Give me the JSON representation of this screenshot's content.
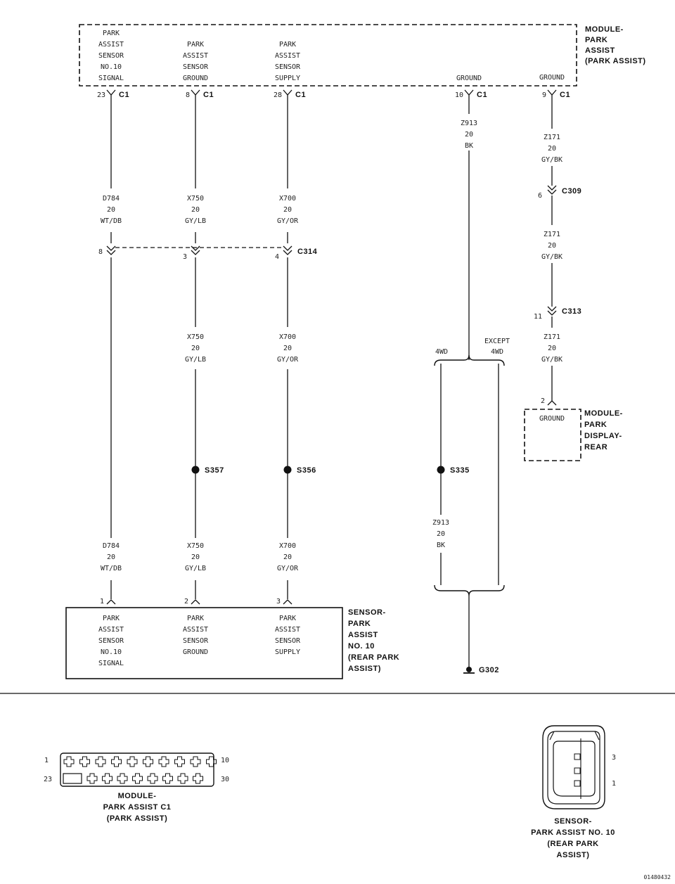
{
  "module": {
    "title": [
      "MODULE-",
      "PARK",
      "ASSIST",
      "(PARK ASSIST)"
    ],
    "pins": [
      {
        "lines": [
          "PARK",
          "ASSIST",
          "SENSOR",
          "NO.10",
          "SIGNAL"
        ],
        "pin": "23",
        "conn": "C1"
      },
      {
        "lines": [
          "PARK",
          "ASSIST",
          "SENSOR",
          "GROUND"
        ],
        "pin": "8",
        "conn": "C1"
      },
      {
        "lines": [
          "PARK",
          "ASSIST",
          "SENSOR",
          "SUPPLY"
        ],
        "pin": "28",
        "conn": "C1"
      },
      {
        "lines": [
          "GROUND"
        ],
        "pin": "10",
        "conn": "C1"
      },
      {
        "lines": [
          "GROUND"
        ],
        "pin": "9",
        "conn": "C1"
      }
    ]
  },
  "wires": {
    "w1_top": [
      "D784",
      "20",
      "WT/DB"
    ],
    "w2_top": [
      "X750",
      "20",
      "GY/LB"
    ],
    "w3_top": [
      "X700",
      "20",
      "GY/OR"
    ],
    "w4_top": [
      "Z913",
      "20",
      "BK"
    ],
    "w5_a": [
      "Z171",
      "20",
      "GY/BK"
    ],
    "w5_b": [
      "Z171",
      "20",
      "GY/BK"
    ],
    "w5_c": [
      "Z171",
      "20",
      "GY/BK"
    ],
    "w2_mid": [
      "X750",
      "20",
      "GY/LB"
    ],
    "w3_mid": [
      "X700",
      "20",
      "GY/OR"
    ],
    "w1_bot": [
      "D784",
      "20",
      "WT/DB"
    ],
    "w2_bot": [
      "X750",
      "20",
      "GY/LB"
    ],
    "w3_bot": [
      "X700",
      "20",
      "GY/OR"
    ],
    "w4_bot": [
      "Z913",
      "20",
      "BK"
    ]
  },
  "connectors": {
    "c314": {
      "name": "C314",
      "pins": [
        "8",
        "3",
        "4"
      ]
    },
    "c309": {
      "name": "C309",
      "pin": "6"
    },
    "c313": {
      "name": "C313",
      "pin": "11"
    }
  },
  "splices": {
    "s357": "S357",
    "s356": "S356",
    "s335": "S335"
  },
  "ground": "G302",
  "branch": {
    "left": "4WD",
    "right": [
      "EXCEPT",
      "4WD"
    ]
  },
  "display": {
    "title": [
      "MODULE-",
      "PARK",
      "DISPLAY-",
      "REAR"
    ],
    "pin": "2",
    "pin_label": "GROUND"
  },
  "sensor": {
    "title": [
      "SENSOR-",
      "PARK",
      "ASSIST",
      "NO. 10",
      "(REAR PARK",
      "ASSIST)"
    ],
    "pins": [
      {
        "lines": [
          "PARK",
          "ASSIST",
          "SENSOR",
          "NO.10",
          "SIGNAL"
        ],
        "pin": "1"
      },
      {
        "lines": [
          "PARK",
          "ASSIST",
          "SENSOR",
          "GROUND"
        ],
        "pin": "2"
      },
      {
        "lines": [
          "PARK",
          "ASSIST",
          "SENSOR",
          "SUPPLY"
        ],
        "pin": "3"
      }
    ]
  },
  "c1_view": {
    "row1_start": "1",
    "row1_end": "10",
    "row2_start": "23",
    "row2_end": "30",
    "caption": [
      "MODULE-",
      "PARK ASSIST C1",
      "(PARK ASSIST)"
    ]
  },
  "sensor_view": {
    "pin_top": "3",
    "pin_bottom": "1",
    "caption": [
      "SENSOR-",
      "PARK ASSIST NO. 10",
      "(REAR PARK",
      "ASSIST)"
    ]
  },
  "figure_id": "01480432"
}
